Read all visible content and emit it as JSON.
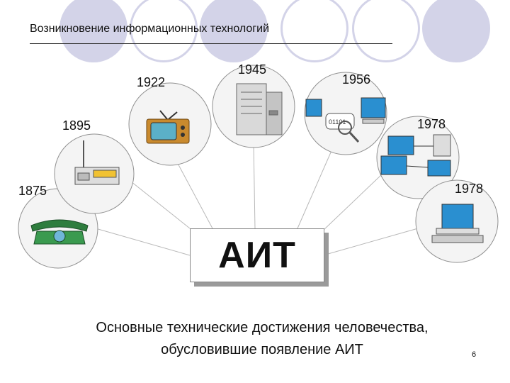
{
  "title": "Возникновение информационных технологий",
  "center_label": "АИТ",
  "caption": {
    "line1": "Основные технические достижения человечества,",
    "line2": "обусловившие появление АИТ"
  },
  "page_number": "6",
  "nodes": [
    {
      "year": "1875",
      "device": "telephone"
    },
    {
      "year": "1895",
      "device": "radio"
    },
    {
      "year": "1922",
      "device": "television"
    },
    {
      "year": "1945",
      "device": "mainframe-computer"
    },
    {
      "year": "1956",
      "device": "computer-database"
    },
    {
      "year": "1978",
      "device": "computer-network"
    },
    {
      "year": "1978",
      "device": "personal-computer"
    }
  ],
  "badge_text": "01101",
  "colors": {
    "decor": "#d3d3e8",
    "line": "#b8b8b8",
    "circle": "#f4f4f4"
  }
}
